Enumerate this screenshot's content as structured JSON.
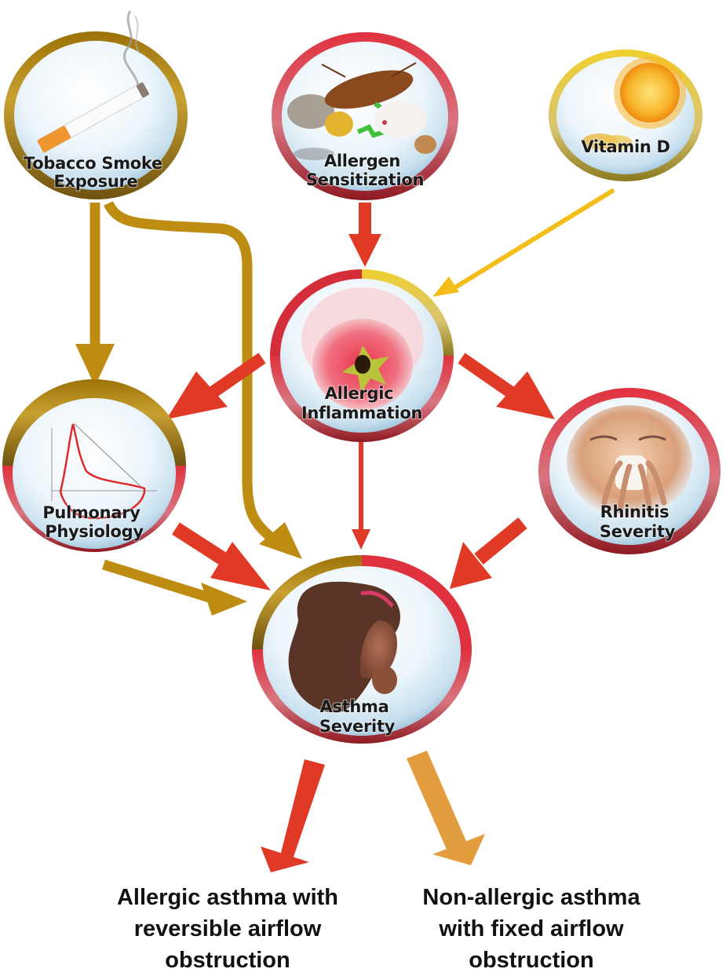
{
  "colors": {
    "gold": "#BE8C10",
    "red": "#E03A26",
    "yellow": "#F4BE1A",
    "orange": "#E29E3E",
    "ring_red": "#D42E3A",
    "ring_gold": "#B88A14",
    "ring_yellow": "#E8CC48"
  },
  "nodes": {
    "tobacco": {
      "lines": [
        "Tobacco Smoke",
        "Exposure"
      ],
      "icon": "cigarette-icon"
    },
    "allergen": {
      "lines": [
        "Allergen",
        "Sensitization"
      ],
      "icon": "allergens-icon"
    },
    "vitamin_d": {
      "lines": [
        "Vitamin D"
      ],
      "icon": "sun-icon"
    },
    "inflammation": {
      "lines": [
        "Allergic",
        "Inflammation"
      ],
      "icon": "airway-cross-section-icon"
    },
    "pulmonary": {
      "lines": [
        "Pulmonary",
        "Physiology"
      ],
      "icon": "flow-volume-loop-icon"
    },
    "rhinitis": {
      "lines": [
        "Rhinitis",
        "Severity"
      ],
      "icon": "sneezing-person-icon"
    },
    "asthma": {
      "lines": [
        "Asthma",
        "Severity"
      ],
      "icon": "coughing-child-icon"
    }
  },
  "edges": [
    {
      "from": "tobacco",
      "to": "pulmonary",
      "color": "gold"
    },
    {
      "from": "tobacco",
      "to": "asthma",
      "color": "gold"
    },
    {
      "from": "allergen",
      "to": "inflammation",
      "color": "red"
    },
    {
      "from": "vitamin_d",
      "to": "inflammation",
      "color": "yellow"
    },
    {
      "from": "inflammation",
      "to": "pulmonary",
      "color": "red"
    },
    {
      "from": "inflammation",
      "to": "rhinitis",
      "color": "red"
    },
    {
      "from": "inflammation",
      "to": "asthma",
      "color": "red"
    },
    {
      "from": "pulmonary",
      "to": "asthma",
      "color": "red"
    },
    {
      "from": "pulmonary",
      "to": "asthma",
      "color": "gold"
    },
    {
      "from": "rhinitis",
      "to": "asthma",
      "color": "red"
    },
    {
      "from": "asthma",
      "to": "outcome_allergic",
      "color": "red"
    },
    {
      "from": "asthma",
      "to": "outcome_nonallergic",
      "color": "orange"
    }
  ],
  "outcomes": {
    "allergic": {
      "lines": [
        "Allergic asthma with",
        "reversible airflow",
        "obstruction"
      ]
    },
    "nonallergic": {
      "lines": [
        "Non-allergic asthma",
        "with fixed airflow",
        "obstruction"
      ]
    }
  }
}
